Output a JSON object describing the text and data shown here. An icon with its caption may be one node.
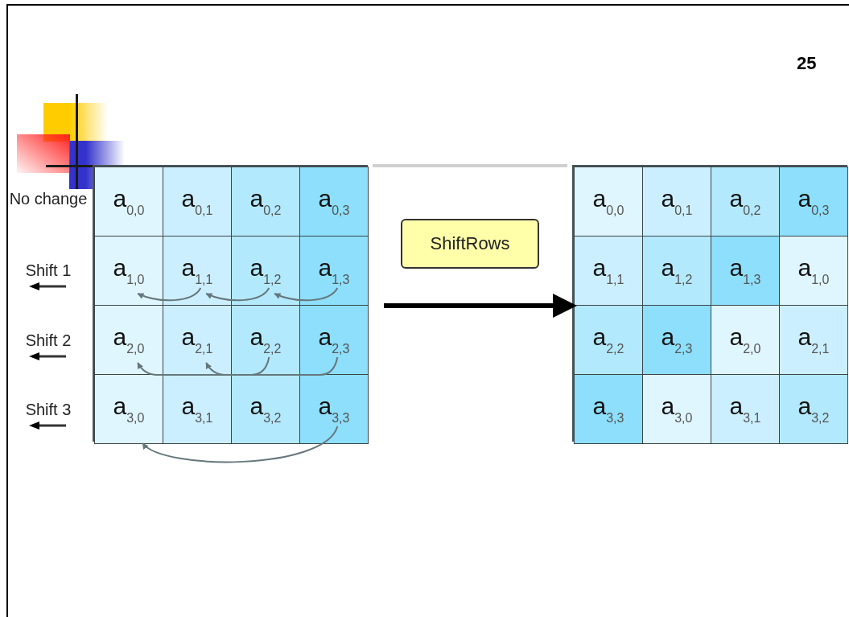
{
  "diagram": {
    "nodes": [
      {
        "text": [],
        "shape": "box"
      },
      {
        "text": [
          "a$_{0,0}$"
        ],
        "in": 0
      },
      {
        "text": [
          "a$_{0,1}$"
        ],
        "in": 0
      },
      {
        "text": [
          "a$_{0,2}$"
        ],
        "in": 0
      },
      {
        "text": [
          "a$_{0,3}$"
        ],
        "in": 0
      },
      {
        "text": [
          "a$_{1,0}$"
        ],
        "in": 0
      },
      {
        "text": [
          "a$_{1,1}$"
        ],
        "in": 0
      },
      {
        "text": [
          "a$_{1,2}$"
        ],
        "in": 0
      },
      {
        "text": [
          "a$_{1,3}$"
        ],
        "in": 0
      },
      {
        "text": [
          "a$_{2,0}$"
        ],
        "in": 0
      },
      {
        "text": [
          "a$_{2,1}$"
        ],
        "in": 0
      },
      {
        "text": [
          "a$_{2,2}$"
        ],
        "in": 0
      },
      {
        "text": [
          "a$_{2,3}$"
        ],
        "in": 0
      },
      {
        "text": [
          "a$_{3,0}$"
        ],
        "in": 0
      },
      {
        "text": [
          "a$_{3,1}$"
        ],
        "in": 0
      },
      {
        "text": [
          "a$_{3,2}$"
        ],
        "in": 0
      },
      {
        "text": [
          "a$_{3,3}$"
        ],
        "in": 0
      },
      {
        "text": [
          "ShiftRows"
        ]
      },
      {
        "text": [],
        "shape": "box"
      },
      {
        "text": [
          "a$_{0,0}$"
        ],
        "in": 18
      },
      {
        "text": [
          "a$_{0,1}$"
        ],
        "in": 18
      },
      {
        "text": [
          "a$_{0,2}$"
        ],
        "in": 18
      },
      {
        "text": [
          "a$_{0,3}$"
        ],
        "in": 18
      },
      {
        "text": [
          "a$_{1,1}$"
        ],
        "in": 18
      },
      {
        "text": [
          "a$_{1,2}$"
        ],
        "in": 18
      },
      {
        "text": [
          "a$_{1,3}$"
        ],
        "in": 18
      },
      {
        "text": [
          "a$_{1,0}$"
        ],
        "in": 18
      },
      {
        "text": [
          "a$_{2,2}$"
        ],
        "in": 18
      },
      {
        "text": [
          "a$_{2,3}$"
        ],
        "in": 18
      },
      {
        "text": [
          "a$_{2,0}$"
        ],
        "in": 18
      },
      {
        "text": [
          "a$_{2,1}$"
        ],
        "in": 18
      },
      {
        "text": [
          "a$_{3,3}$"
        ],
        "in": 18
      },
      {
        "text": [
          "a$_{3,0}$"
        ],
        "in": 18
      },
      {
        "text": [
          "a$_{3,1}$"
        ],
        "in": 18
      },
      {
        "text": [
          "a$_{3,2}$"
        ],
        "in": 18
      }
    ],
    "edges": [
      {
        "from": 6,
        "to": 5,
        "arrow": "to"
      },
      {
        "from": 7,
        "to": 6,
        "arrow": "to"
      },
      {
        "from": 8,
        "to": 7,
        "arrow": "to"
      },
      {
        "from": 11,
        "to": 9,
        "arrow": "to"
      },
      {
        "from": 12,
        "to": 10,
        "arrow": "to"
      },
      {
        "from": 16,
        "to": 13,
        "arrow": "to"
      },
      {
        "from": 0,
        "to": 18,
        "arrow": "to",
        "style": "thick",
        "color": "#000000"
      }
    ],
    "labels": [
      "25",
      "No change",
      "Shift 1",
      "Shift 2",
      "Shift 3"
    ]
  }
}
